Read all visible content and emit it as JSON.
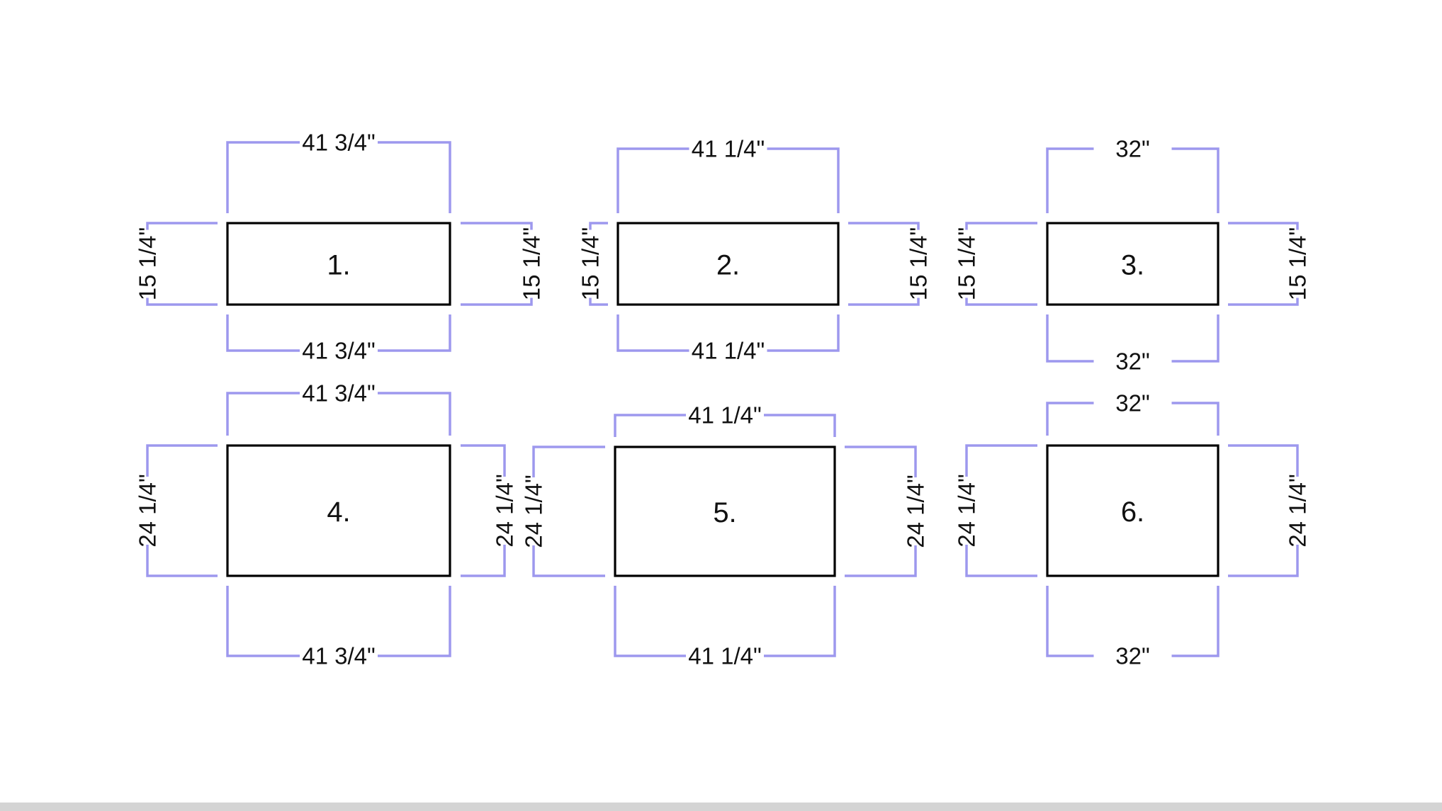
{
  "diagram": {
    "colors": {
      "dimension_line": "#9d98ee",
      "shape_outline": "#000000",
      "text": "#111111",
      "background": "#ffffff"
    },
    "panels": [
      {
        "label": "1.",
        "top": "41 3/4\"",
        "bottom": "41 3/4\"",
        "left": "15 1/4\"",
        "right": "15 1/4\""
      },
      {
        "label": "2.",
        "top": "41 1/4\"",
        "bottom": "41 1/4\"",
        "left": "15 1/4\"",
        "right": "15 1/4\""
      },
      {
        "label": "3.",
        "top": "32\"",
        "bottom": "32\"",
        "left": "15 1/4\"",
        "right": "15 1/4\""
      },
      {
        "label": "4.",
        "top": "41 3/4\"",
        "bottom": "41 3/4\"",
        "left": "24 1/4\"",
        "right": "24 1/4\""
      },
      {
        "label": "5.",
        "top": "41 1/4\"",
        "bottom": "41 1/4\"",
        "left": "24 1/4\"",
        "right": "24 1/4\""
      },
      {
        "label": "6.",
        "top": "32\"",
        "bottom": "32\"",
        "left": "24 1/4\"",
        "right": "24 1/4\""
      }
    ]
  }
}
